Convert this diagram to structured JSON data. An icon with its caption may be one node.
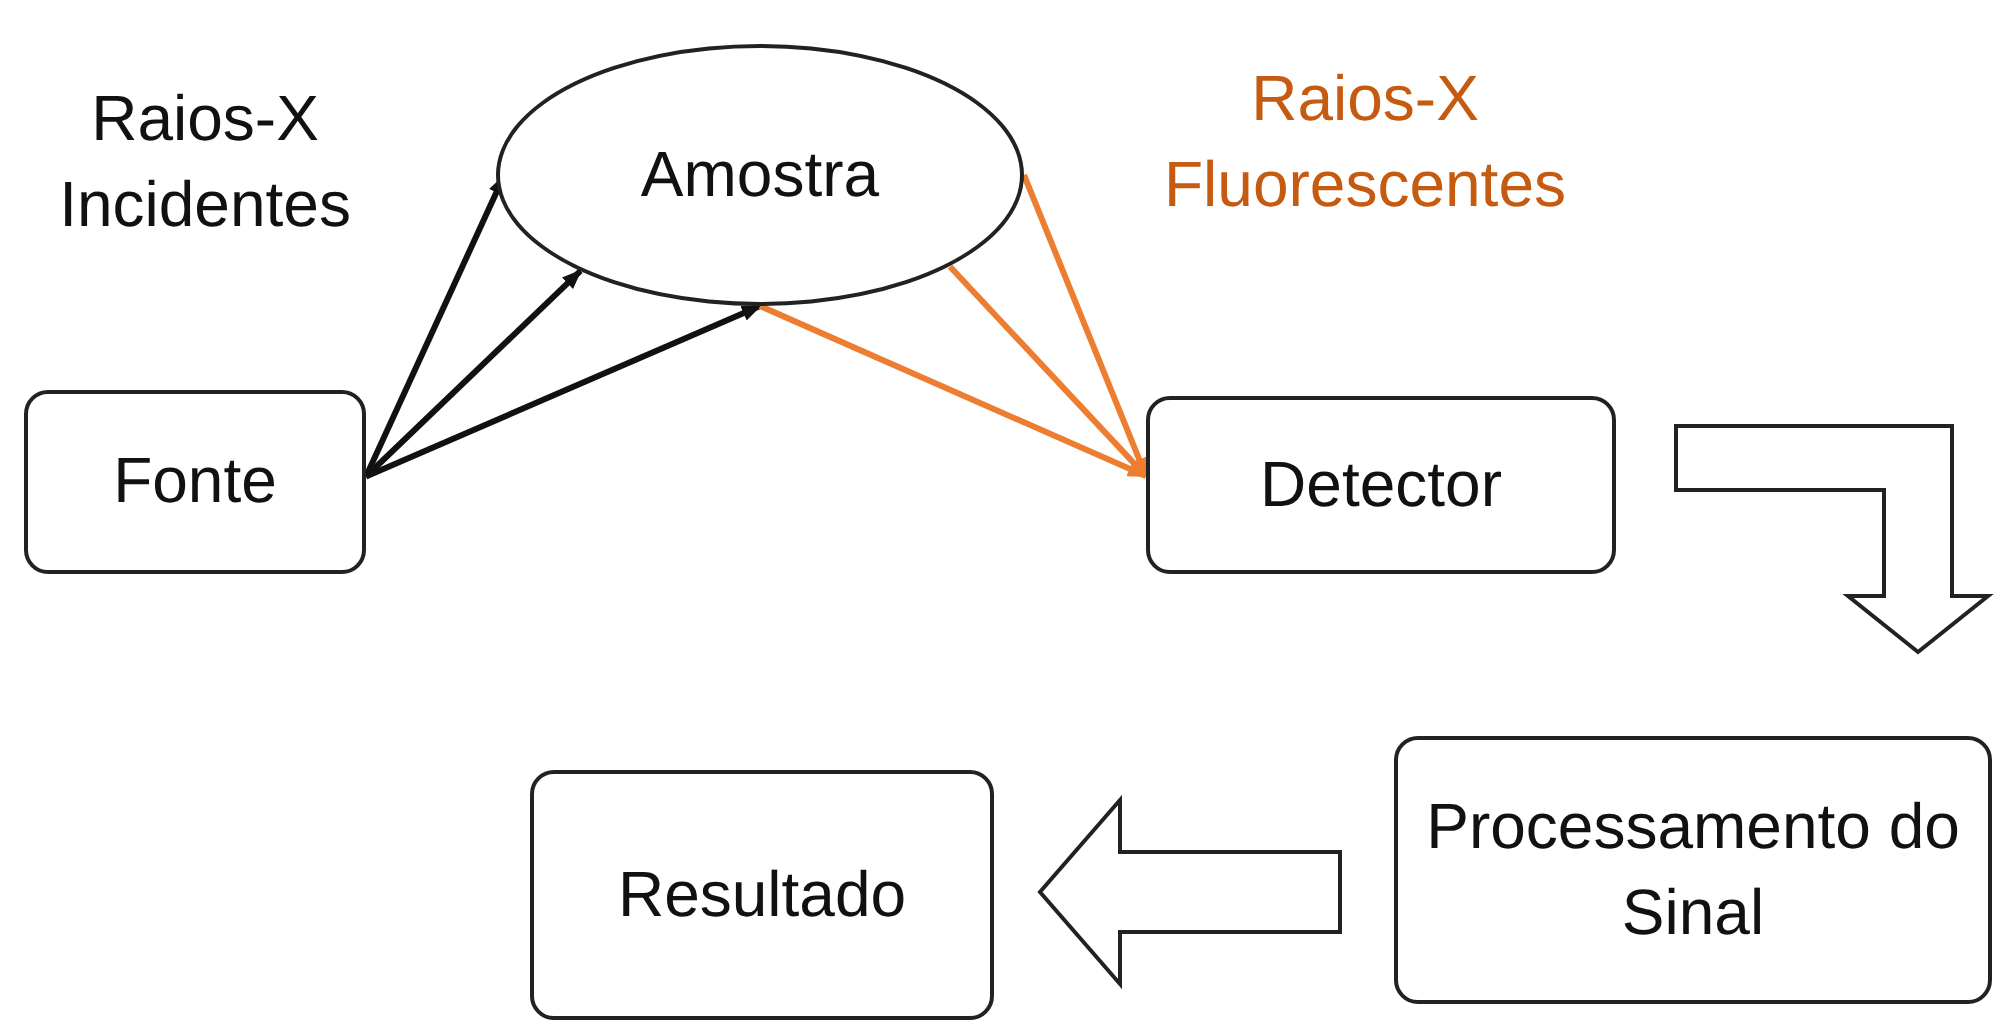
{
  "diagram": {
    "nodes": [
      {
        "text": [
          "Fonte"
        ]
      },
      {
        "text": [
          "Amostra"
        ]
      },
      {
        "text": [
          "Detector"
        ]
      },
      {
        "text": [
          "Processamento do Sinal"
        ]
      },
      {
        "text": [
          "Resultado"
        ]
      }
    ],
    "edges": [
      {
        "from": 0,
        "to": 1,
        "arrow": "to"
      },
      {
        "from": 0,
        "to": 1,
        "arrow": "to"
      },
      {
        "from": 0,
        "to": 1,
        "arrow": "to"
      },
      {
        "from": 1,
        "to": 2,
        "arrow": "to",
        "color": "#ed7d31"
      },
      {
        "from": 1,
        "to": 2,
        "arrow": "to",
        "color": "#ed7d31"
      },
      {
        "from": 1,
        "to": 2,
        "arrow": "to",
        "color": "#ed7d31"
      },
      {
        "from": 2,
        "to": 3,
        "arrow": "to",
        "style": "thick"
      },
      {
        "from": 3,
        "to": 4,
        "arrow": "to",
        "style": "thick"
      }
    ],
    "labels": [
      "Raios-X Incidentes",
      "Raios-X Fluorescentes"
    ]
  }
}
